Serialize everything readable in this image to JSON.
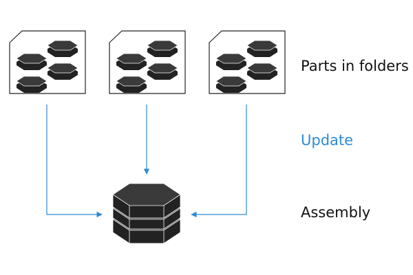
{
  "labels": {
    "parts": "Parts in folders",
    "update": "Update",
    "assembly": "Assembly"
  },
  "colors": {
    "text": "#111111",
    "update_text": "#2d8ad6",
    "arrow": "#2d8ad6",
    "folder_stroke": "#222222",
    "hex_top": "#3a3a3a",
    "hex_side": "#222222",
    "hex_edge": "#ffffff"
  },
  "folders": [
    {
      "parts": 4
    },
    {
      "parts": 4
    },
    {
      "parts": 4
    }
  ],
  "assembly": {
    "layers": 3
  }
}
